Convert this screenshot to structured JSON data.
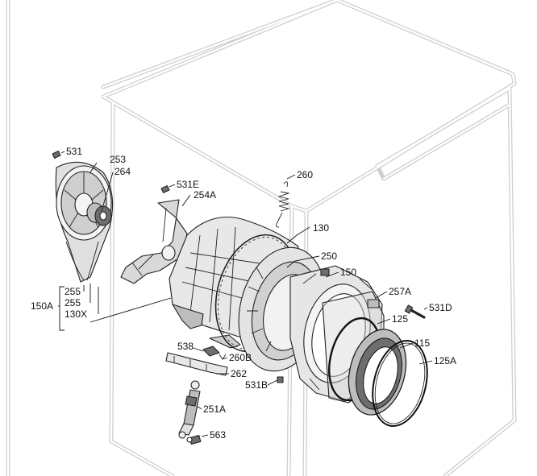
{
  "labels": {
    "p531": "531",
    "p253": "253",
    "p264": "264",
    "p531E": "531E",
    "p254A": "254A",
    "p260": "260",
    "p130": "130",
    "p250": "250",
    "p150": "150",
    "p257A": "257A",
    "p531D": "531D",
    "p125": "125",
    "p115": "115",
    "p125A": "125A",
    "p150A": "150A",
    "p255a": "255",
    "p255b": "255",
    "p130X": "130X",
    "p538": "538",
    "p260B": "260B",
    "p262": "262",
    "p531B": "531B",
    "p251A": "251A",
    "p563": "563"
  },
  "colors": {
    "cabinet_outline": "#cfcfcf",
    "line": "#222222",
    "tub_fill": "#e8e8e8",
    "tub_shade": "#bdbdbd",
    "part_dark": "#6e6e6e"
  }
}
